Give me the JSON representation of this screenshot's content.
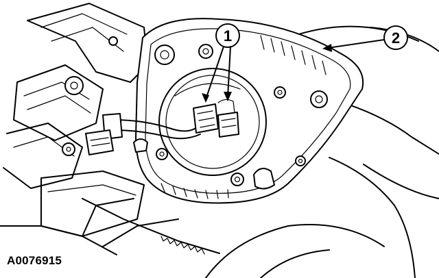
{
  "callouts": {
    "callout_1": "1",
    "callout_2": "2"
  },
  "figure_code": "A0076915"
}
